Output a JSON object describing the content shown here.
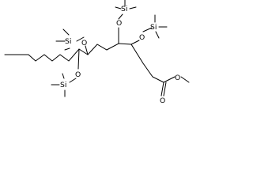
{
  "molecule": {
    "labels": {
      "tms_top": "Si",
      "tms_top_o": "O",
      "tms_right": "Si",
      "tms_right_o": "O",
      "tms_left": "Si",
      "tms_left_o": "O",
      "tms_bottom": "Si",
      "tms_bottom_o": "O",
      "ester_o_link": "O",
      "ester_o_carbonyl": "O"
    }
  }
}
